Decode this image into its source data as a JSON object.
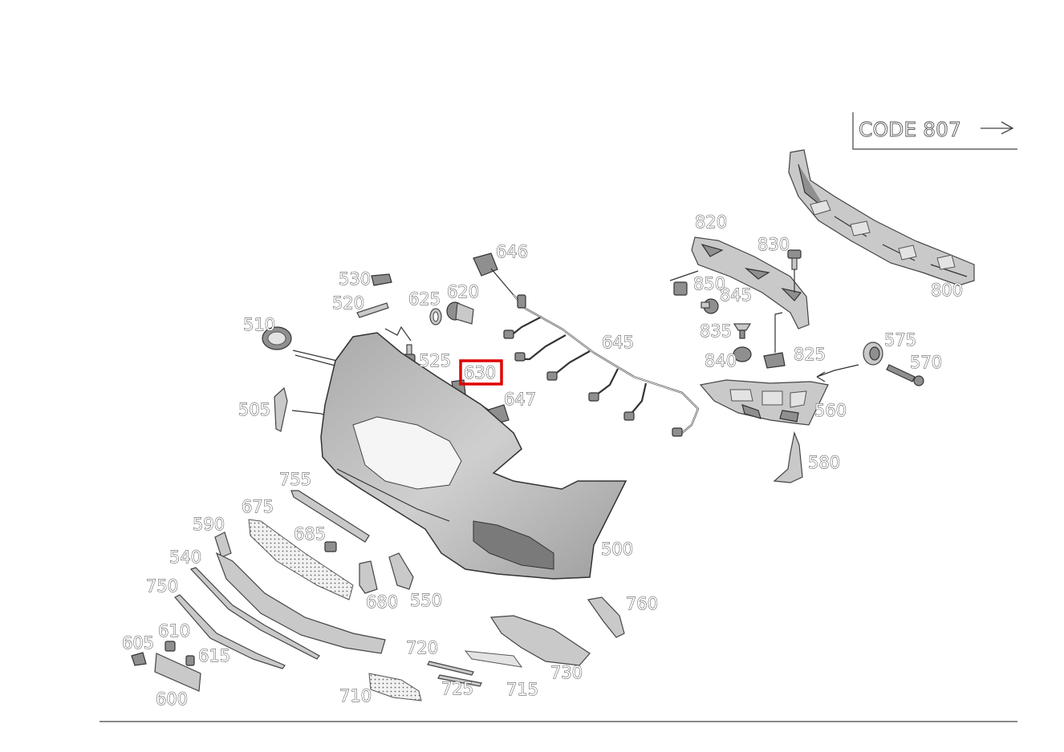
{
  "highlight": {
    "color": "#e00000",
    "part": "630"
  },
  "code_box": {
    "label": "CODE 807"
  },
  "labels": {
    "l500": "500",
    "l505": "505",
    "l510": "510",
    "l520": "520",
    "l525": "525",
    "l530": "530",
    "l540": "540",
    "l550": "550",
    "l560": "560",
    "l570": "570",
    "l575": "575",
    "l580": "580",
    "l590": "590",
    "l600": "600",
    "l605": "605",
    "l610": "610",
    "l615": "615",
    "l620": "620",
    "l625": "625",
    "l630": "630",
    "l645": "645",
    "l646": "646",
    "l647": "647",
    "l675": "675",
    "l680": "680",
    "l685": "685",
    "l710": "710",
    "l715": "715",
    "l720": "720",
    "l725": "725",
    "l730": "730",
    "l750": "750",
    "l755": "755",
    "l760": "760",
    "l800": "800",
    "l820": "820",
    "l825": "825",
    "l830": "830",
    "l835": "835",
    "l840": "840",
    "l845": "845",
    "l850": "850"
  }
}
